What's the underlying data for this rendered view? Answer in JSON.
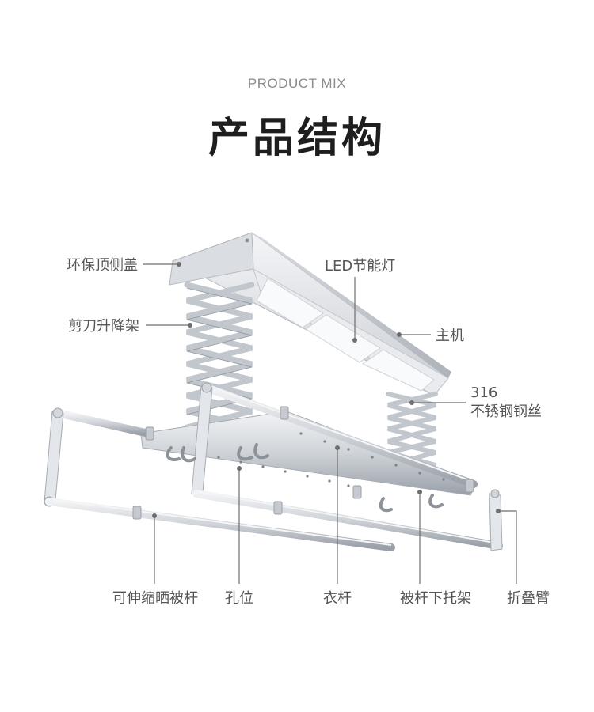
{
  "header": {
    "subtitle": "PRODUCT MIX",
    "title": "产品结构"
  },
  "labels": {
    "top_cover": "环保顶侧盖",
    "scissor_lift": "剪刀升降架",
    "led_light": "LED节能灯",
    "main_unit": "主机",
    "wire_line1": "316",
    "wire_line2": "不锈钢钢丝",
    "telescopic_rod": "可伸缩晒被杆",
    "holes": "孔位",
    "clothes_rod": "衣杆",
    "rod_bracket": "被杆下托架",
    "folding_arm": "折叠臂"
  },
  "colors": {
    "body": "#e6e8ec",
    "body_shadow": "#b9bdc4",
    "panel": "#f7f8fa",
    "metal": "#cfd3d8",
    "metal_dark": "#9aa0a8",
    "label": "#555555"
  }
}
